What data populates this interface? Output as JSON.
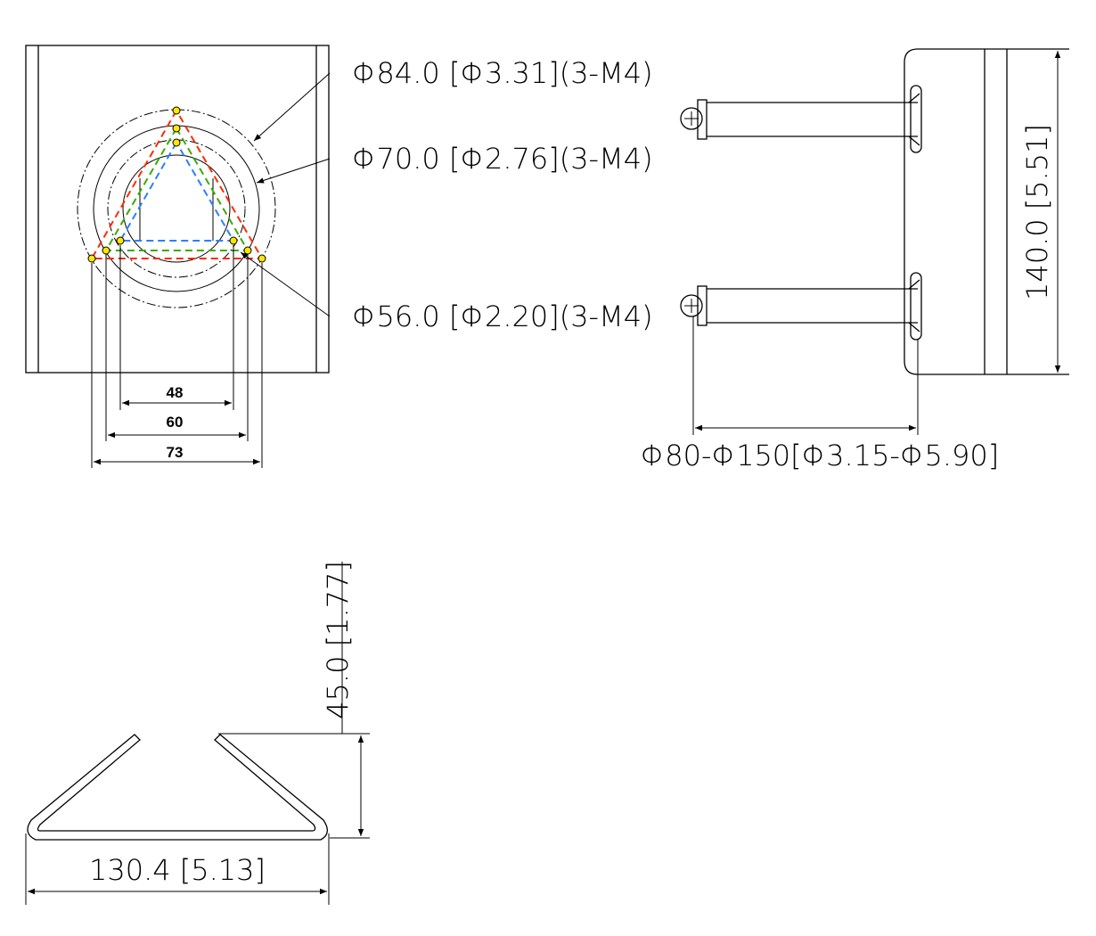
{
  "front_view": {
    "callouts": [
      {
        "label": "Φ84.0 [Φ3.31](3-M4)"
      },
      {
        "label": "Φ70.0 [Φ2.76](3-M4)"
      },
      {
        "label": "Φ56.0 [Φ2.20](3-M4)"
      }
    ],
    "dimensions": [
      "48",
      "60",
      "73"
    ],
    "colors": {
      "phi84": "#ff2a00",
      "phi70": "#3aaa00",
      "phi56": "#2a7fff"
    }
  },
  "side_view": {
    "height_dim": "140.0 [5.51]",
    "pole_range_dim": "Φ80-Φ150[Φ3.15-Φ5.90]"
  },
  "bottom_view": {
    "height_dim": "45.0 [1.77]",
    "width_dim": "130.4 [5.13]"
  }
}
